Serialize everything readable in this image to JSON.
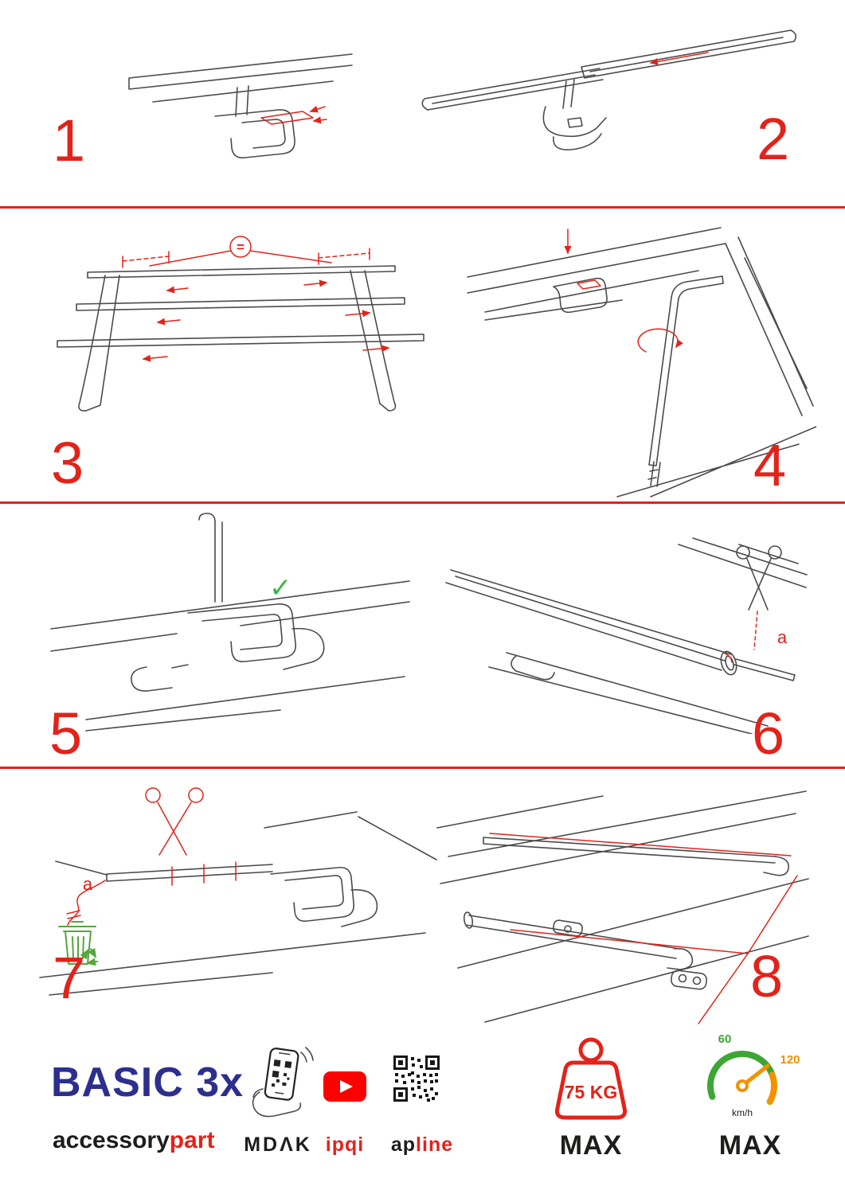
{
  "steps": [
    {
      "number": "1"
    },
    {
      "number": "2"
    },
    {
      "number": "3"
    },
    {
      "number": "4"
    },
    {
      "number": "5"
    },
    {
      "number": "6"
    },
    {
      "number": "7"
    },
    {
      "number": "8"
    }
  ],
  "annotations": {
    "equal_sign": "=",
    "check_mark": "✓",
    "cut_label_a": "a"
  },
  "footer": {
    "product_name": "BASIC 3x",
    "brand_black": "accessory",
    "brand_red": "part",
    "partner_1": "MDΛK",
    "partner_2": "ipqi",
    "partner_3_black": "ap",
    "partner_3_red": "line",
    "max_load": "75 KG",
    "max_load_label": "MAX",
    "speed_low": "60",
    "speed_high": "120",
    "speed_unit": "km/h",
    "speed_label": "MAX"
  },
  "colors": {
    "accent_red": "#e2231a",
    "brand_blue": "#2d2f8e",
    "check_green": "#3db54a",
    "gauge_green": "#3fa535",
    "gauge_orange": "#f39200",
    "youtube_red": "#ff0000",
    "line_gray": "#4b4b4b"
  }
}
